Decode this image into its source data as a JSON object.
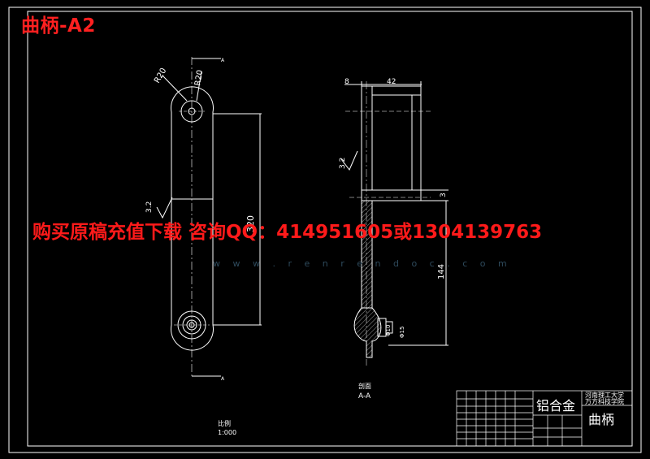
{
  "document": {
    "title_overlay": "曲柄-A2",
    "ad_overlay": "购买原稿充值下载 咨询QQ：414951605或1304139763",
    "watermark_url": "w w w . r e n r e n d o c . c o m"
  },
  "views": {
    "front": {
      "dim_r20": "R20",
      "dim_r20b": "R20",
      "dim_320": "320",
      "roughness": "3.2",
      "section_mark_top": "A",
      "section_mark_bottom": "A",
      "scale_caption": "比例",
      "scale_value": "1:000"
    },
    "section": {
      "dim_8": "8",
      "dim_42": "42",
      "dim_3": "3",
      "dim_144": "144",
      "dim_d10": "Φ10",
      "dim_d15": "Φ15",
      "roughness": "3.2",
      "caption": "剖面",
      "caption_sub": "A-A"
    }
  },
  "title_block": {
    "material": "铝合金",
    "school_line1": "河南理工大学",
    "school_line2": "万方科技学院",
    "part_name": "曲柄"
  },
  "colors": {
    "background": "#000000",
    "line": "#ffffff",
    "overlay_red": "#ff2020",
    "center_line": "#4060ff",
    "dimension": "#ffffff"
  }
}
